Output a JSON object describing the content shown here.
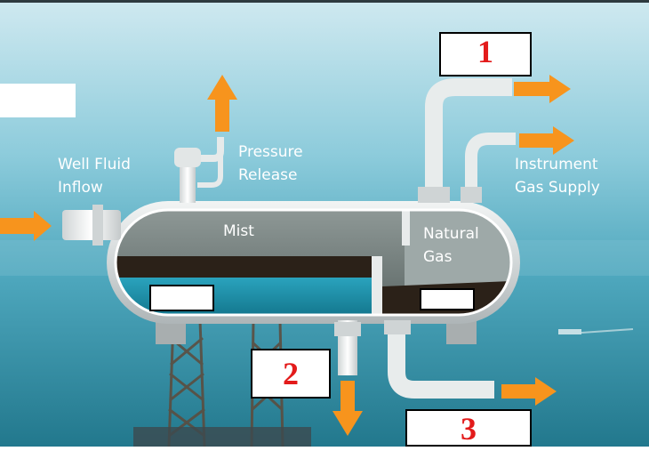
{
  "labels": {
    "well_fluid": [
      "Well Fluid",
      "Inflow"
    ],
    "pressure_release": [
      "Pressure",
      "Release"
    ],
    "instrument_gas": [
      "Instrument",
      "Gas Supply"
    ],
    "mist": "Mist",
    "natural_gas": [
      "Natural",
      "Gas"
    ]
  },
  "answer_boxes": {
    "box1": "1",
    "box2": "2",
    "box3": "3"
  },
  "colors": {
    "arrow": "#f7941d",
    "box_number": "#e31b1b",
    "sea_top": "#c9e6ee",
    "sea_bottom": "#2d8296",
    "vessel_shell": "#d8dcdc",
    "oil": "#2b2118",
    "water": "#1f8fa8"
  }
}
